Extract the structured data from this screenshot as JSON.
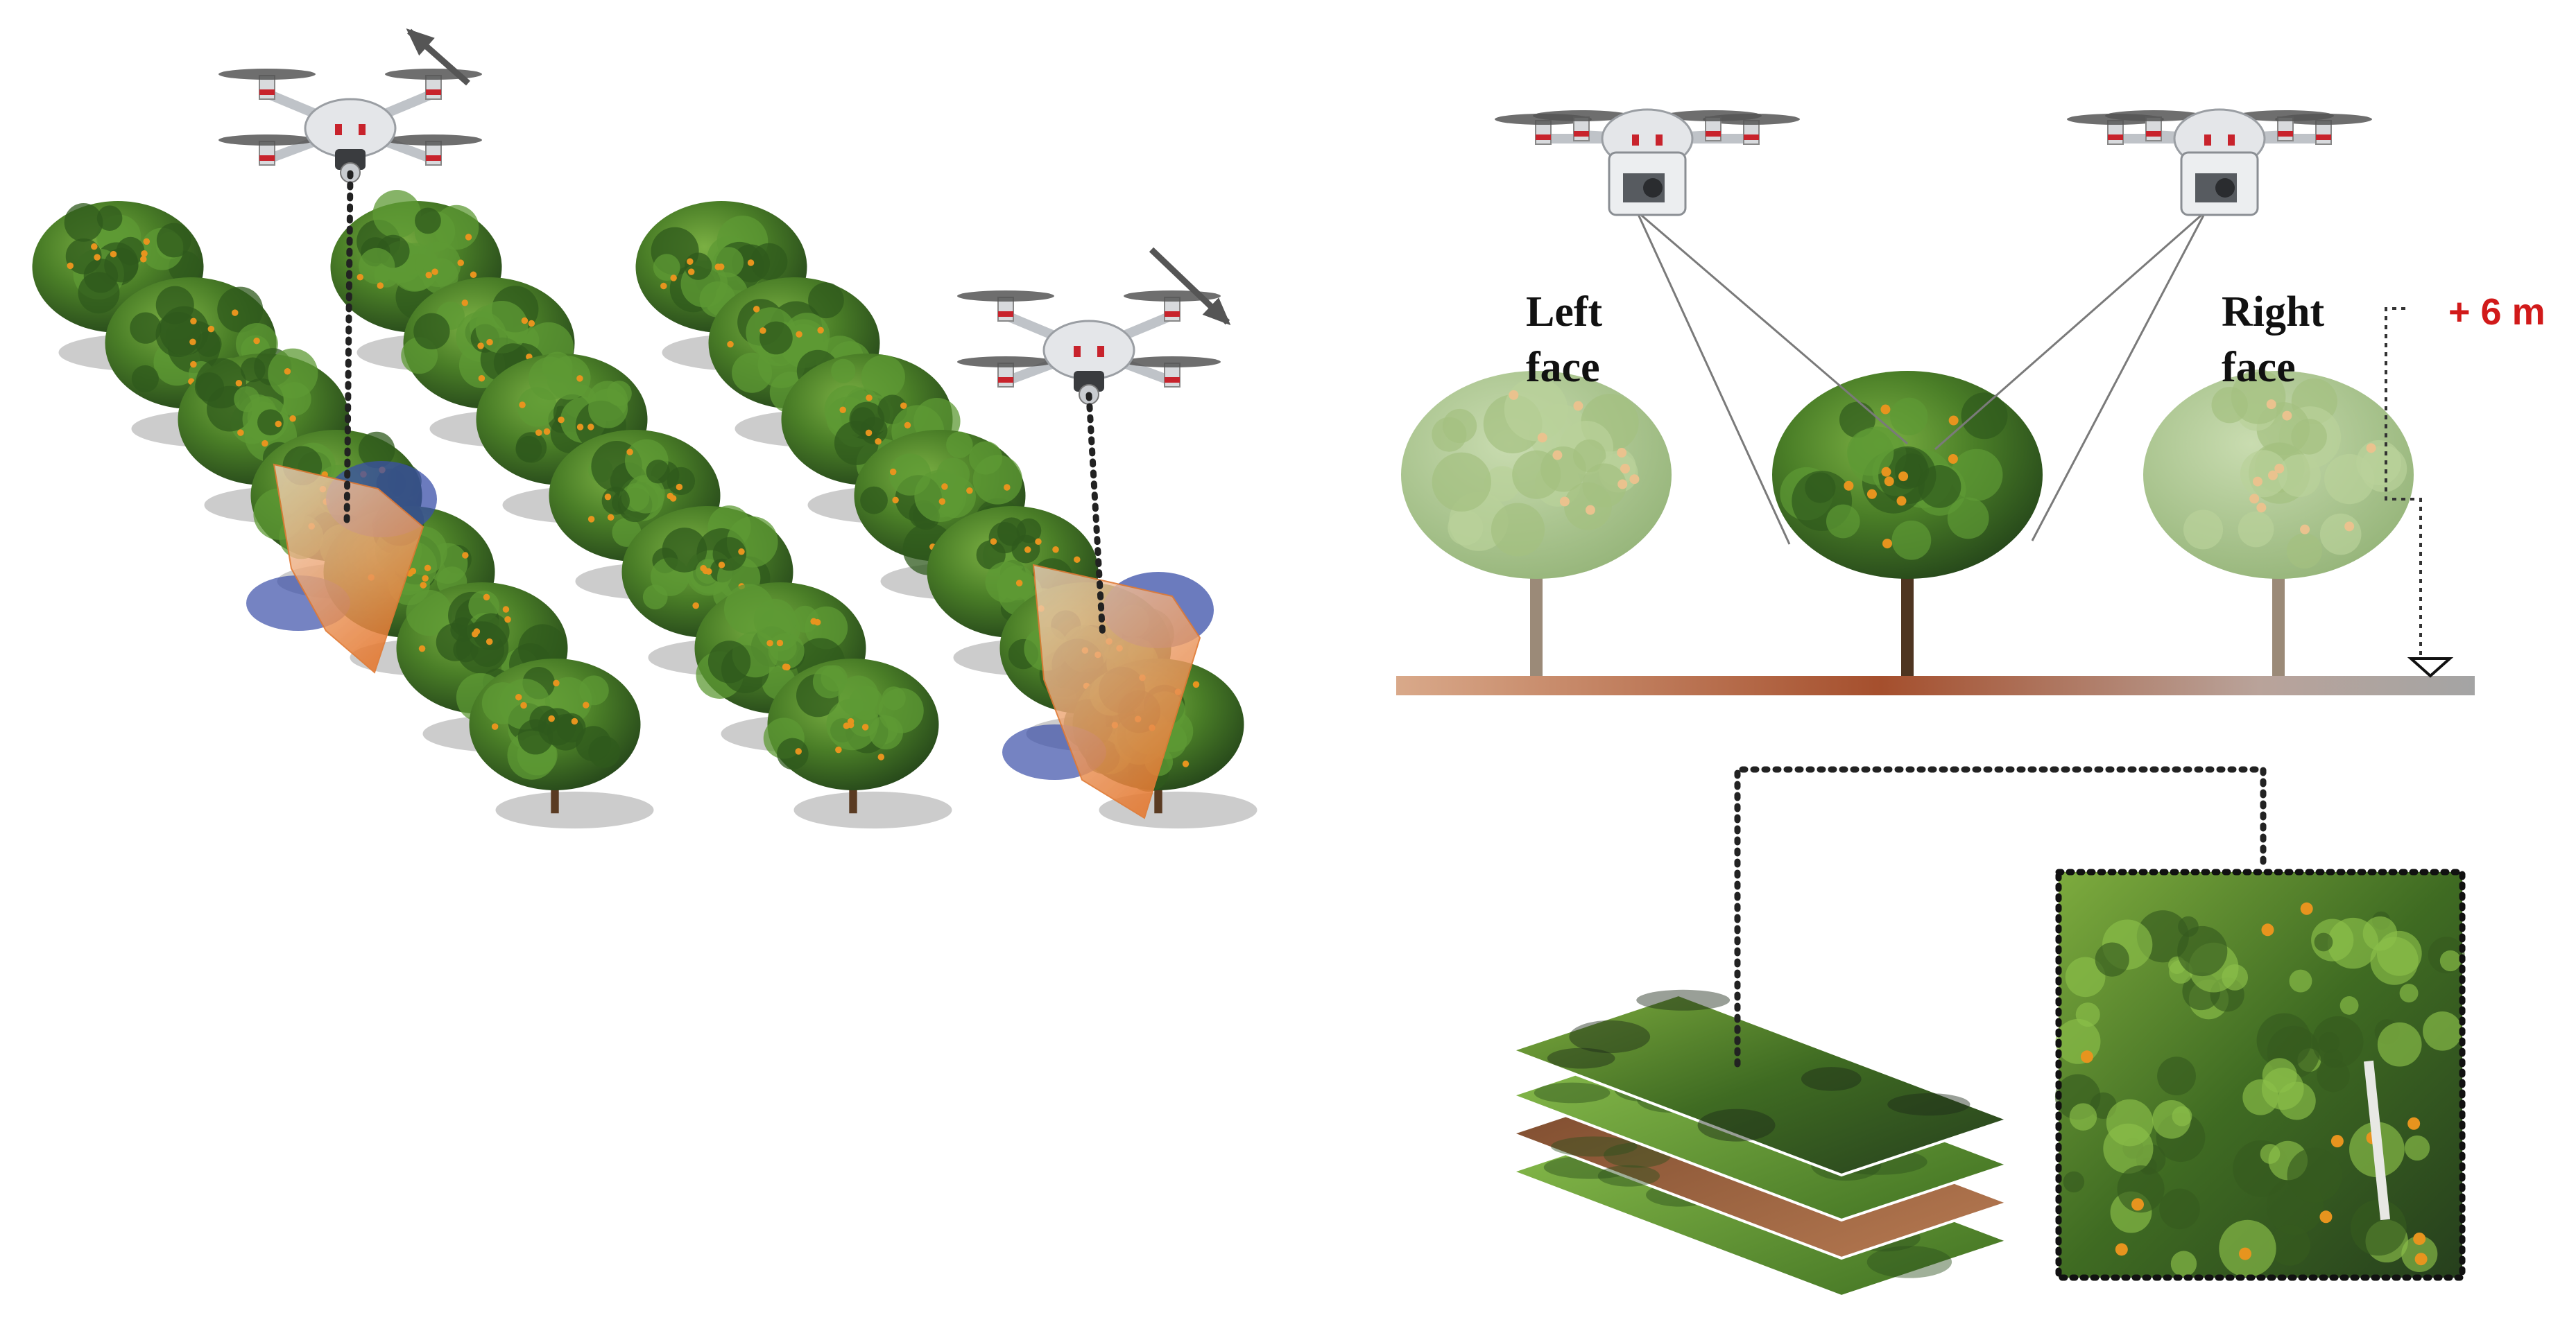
{
  "diagram": {
    "labels": {
      "left_face_line1": "Left",
      "left_face_line2": "face",
      "right_face_line1": "Right",
      "right_face_line2": "face",
      "height": "+ 6 m"
    },
    "colors": {
      "height_label": "#d11a1a",
      "foliage_dark": "#2f5a1c",
      "foliage_light": "#5e9a34",
      "fruit": "#e7941e",
      "ground_bar": "#a96a4c",
      "footprint_orange": "#e98a3f",
      "footprint_blue": "#3a4fa8",
      "drone_body": "#e4e6e9",
      "drone_accent": "#c8232c",
      "arrow": "#555555"
    },
    "icons": [
      "drone-icon",
      "direction-arrow-icon",
      "tree-icon",
      "ground-marker-icon"
    ]
  }
}
